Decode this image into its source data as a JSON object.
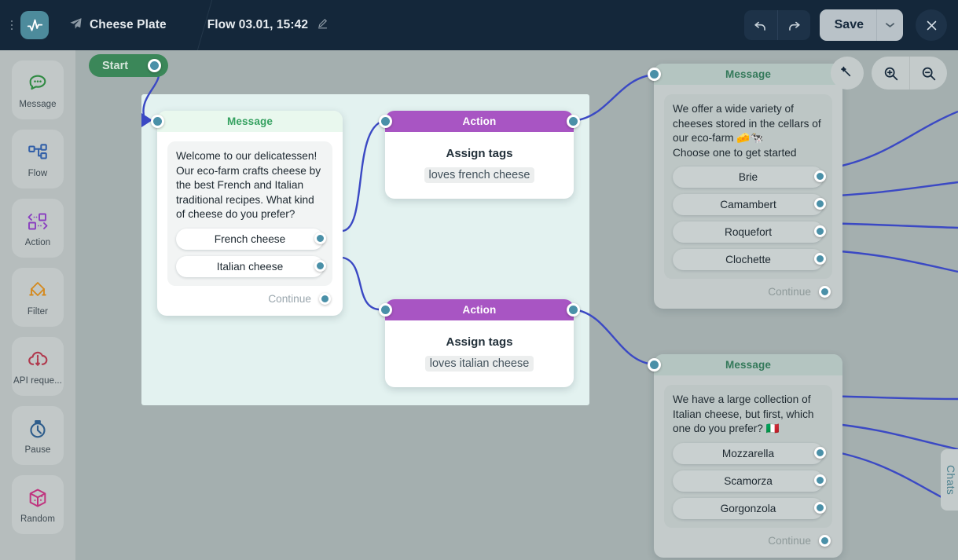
{
  "header": {
    "menu_icon": "kebab-menu-icon",
    "logo_icon": "pulse-logo-icon",
    "bot_icon": "telegram-paper-plane-icon",
    "bot_name": "Cheese Plate",
    "flow_title": "Flow 03.01, 15:42",
    "edit_icon": "pencil-edit-icon",
    "undo_icon": "undo-arrow-icon",
    "redo_icon": "redo-arrow-icon",
    "save_label": "Save",
    "save_caret_icon": "chevron-down-icon",
    "close_icon": "close-x-icon"
  },
  "sidebar": {
    "items": [
      {
        "label": "Message",
        "icon": "chat-bubble-icon"
      },
      {
        "label": "Flow",
        "icon": "flow-nodes-icon"
      },
      {
        "label": "Action",
        "icon": "action-brackets-icon"
      },
      {
        "label": "Filter",
        "icon": "filter-diamond-icon"
      },
      {
        "label": "API reque...",
        "icon": "api-cloud-icon"
      },
      {
        "label": "Pause",
        "icon": "stopwatch-icon"
      },
      {
        "label": "Random",
        "icon": "dice-icon"
      }
    ]
  },
  "canvas": {
    "start_label": "Start",
    "tools": [
      {
        "name": "magic-wand-icon",
        "label": ""
      },
      {
        "name": "zoom-in-icon",
        "label": ""
      },
      {
        "name": "zoom-out-icon",
        "label": ""
      }
    ],
    "chats_tab_label": "Chats",
    "colors": {
      "header_bg": "#14273a",
      "sidebar_bg": "#b6bdbd",
      "canvas_bg": "#a4afaf",
      "selection_bg": "#e3f2f0",
      "message_accent": "#35a160",
      "action_accent": "#a855c3",
      "port": "#4a90a8",
      "edge": "#3b49c4",
      "start": "#3b8759"
    }
  },
  "nodes": {
    "message_welcome": {
      "type_label": "Message",
      "text": "Welcome to our delicatessen! Our eco-farm crafts cheese by the best French and Italian traditional recipes. What kind of cheese do you prefer?",
      "options": [
        "French cheese",
        "Italian cheese"
      ],
      "continue_label": "Continue"
    },
    "action_french": {
      "type_label": "Action",
      "title": "Assign tags",
      "tag": "loves french cheese"
    },
    "action_italian": {
      "type_label": "Action",
      "title": "Assign tags",
      "tag": "loves italian cheese"
    },
    "message_french": {
      "type_label": "Message",
      "text": "We offer a wide variety of cheeses stored in the cellars of our eco-farm 🧀🐄\nChoose one to get started",
      "options": [
        "Brie",
        "Camambert",
        "Roquefort",
        "Clochette"
      ],
      "continue_label": "Continue"
    },
    "message_italian": {
      "type_label": "Message",
      "text": "We have a large collection of Italian cheese, but first, which one do you prefer? 🇮🇹",
      "options": [
        "Mozzarella",
        "Scamorza",
        "Gorgonzola"
      ],
      "continue_label": "Continue"
    }
  }
}
